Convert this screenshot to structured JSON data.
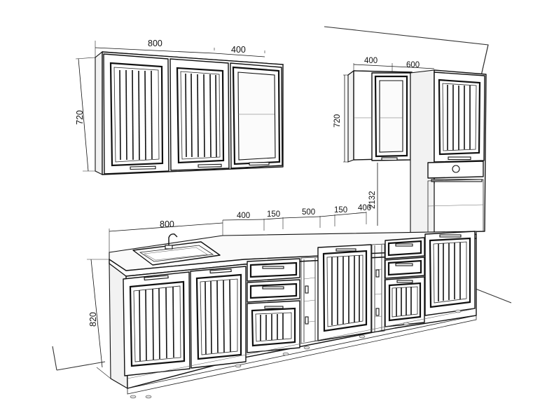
{
  "dimensions": {
    "upper_left_width": "800",
    "upper_mid_width": "400",
    "upper_height": "720",
    "upper_right_width": "400",
    "tall_width": "600",
    "upper_right_height": "720",
    "tall_height": "2132",
    "base_sink_width": "800",
    "base_1": "400",
    "base_2": "150",
    "base_3": "500",
    "base_4": "150",
    "base_5": "400",
    "base_height": "820"
  }
}
